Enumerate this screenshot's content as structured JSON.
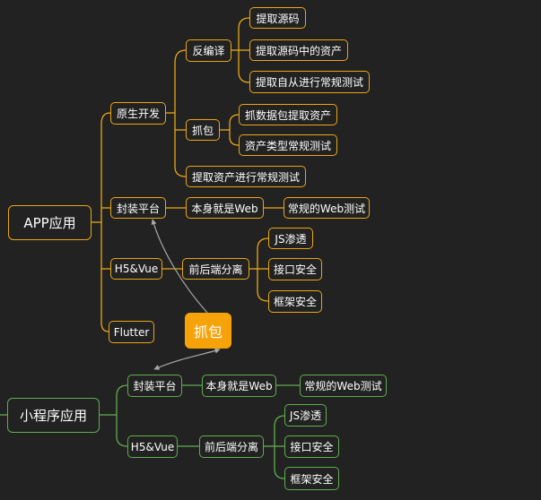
{
  "colors": {
    "background": "#222222",
    "app_branch": "#e9a716",
    "miniapp_branch": "#5fae4e",
    "highlight": "#f6a30a",
    "cross_link": "#aaaaaa"
  },
  "app_tree": {
    "root": "APP应用",
    "native": {
      "label": "原生开发",
      "decompile": {
        "label": "反编译",
        "children": [
          "提取源码",
          "提取源码中的资产",
          "提取自从进行常规测试"
        ]
      },
      "capture": {
        "label": "抓包",
        "children": [
          "抓数据包提取资产",
          "资产类型常规测试"
        ]
      },
      "extract": "提取资产进行常规测试"
    },
    "wrapper": {
      "label": "封装平台",
      "web": "本身就是Web",
      "web_test": "常规的Web测试"
    },
    "h5vue": {
      "label": "H5&Vue",
      "separation": "前后端分离",
      "children": [
        "JS渗透",
        "接口安全",
        "框架安全"
      ]
    },
    "flutter": "Flutter"
  },
  "highlight_node": "抓包",
  "miniapp_tree": {
    "root": "小程序应用",
    "wrapper": {
      "label": "封装平台",
      "web": "本身就是Web",
      "web_test": "常规的Web测试"
    },
    "h5vue": {
      "label": "H5&Vue",
      "separation": "前后端分离",
      "children": [
        "JS渗透",
        "接口安全",
        "框架安全"
      ]
    }
  }
}
